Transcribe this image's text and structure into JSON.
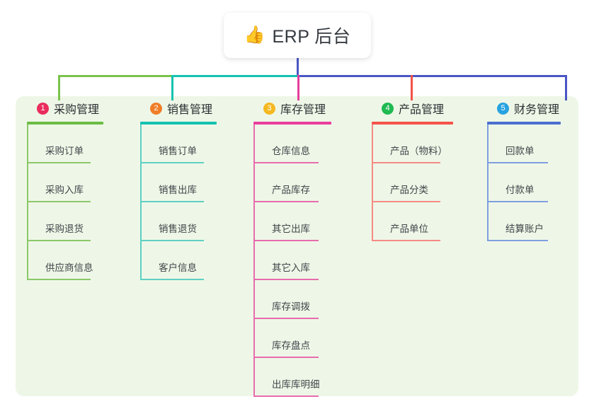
{
  "root": {
    "icon": "thumbs-up-icon",
    "emoji": "👍",
    "title": "ERP 后台",
    "stem_color": "#4a56c4"
  },
  "panel": {
    "background": "#eef7e7"
  },
  "connector": {
    "segment_left_color": "#7cc24d",
    "segment_mid_color": "#13c2b0",
    "segment_right_color": "#4a56c4"
  },
  "columns": [
    {
      "number": "1",
      "title": "采购管理",
      "badge_color": "#ea2d5c",
      "rule_color": "#6bbd45",
      "line_color": "#8cc76a",
      "drop_color": "#7cc24d",
      "items": [
        "采购订单",
        "采购入库",
        "采购退货",
        "供应商信息"
      ]
    },
    {
      "number": "2",
      "title": "销售管理",
      "badge_color": "#f07e28",
      "rule_color": "#13c2b0",
      "line_color": "#5fcfc4",
      "drop_color": "#13c2b0",
      "items": [
        "销售订单",
        "销售出库",
        "销售退货",
        "客户信息"
      ]
    },
    {
      "number": "3",
      "title": "库存管理",
      "badge_color": "#f5b820",
      "rule_color": "#e83e9c",
      "line_color": "#e86bae",
      "drop_color": "#e83e9c",
      "items": [
        "仓库信息",
        "产品库存",
        "其它出库",
        "其它入库",
        "库存调拨",
        "库存盘点",
        "出库库明细"
      ]
    },
    {
      "number": "4",
      "title": "产品管理",
      "badge_color": "#1fba52",
      "rule_color": "#f4534a",
      "line_color": "#f58b84",
      "drop_color": "#f4534a",
      "items": [
        "产品（物料）",
        "产品分类",
        "产品单位"
      ]
    },
    {
      "number": "5",
      "title": "财务管理",
      "badge_color": "#29a3e0",
      "rule_color": "#4a6fd0",
      "line_color": "#7f9ee0",
      "drop_color": "#4a56c4",
      "items": [
        "回款单",
        "付款单",
        "结算账户"
      ]
    }
  ]
}
